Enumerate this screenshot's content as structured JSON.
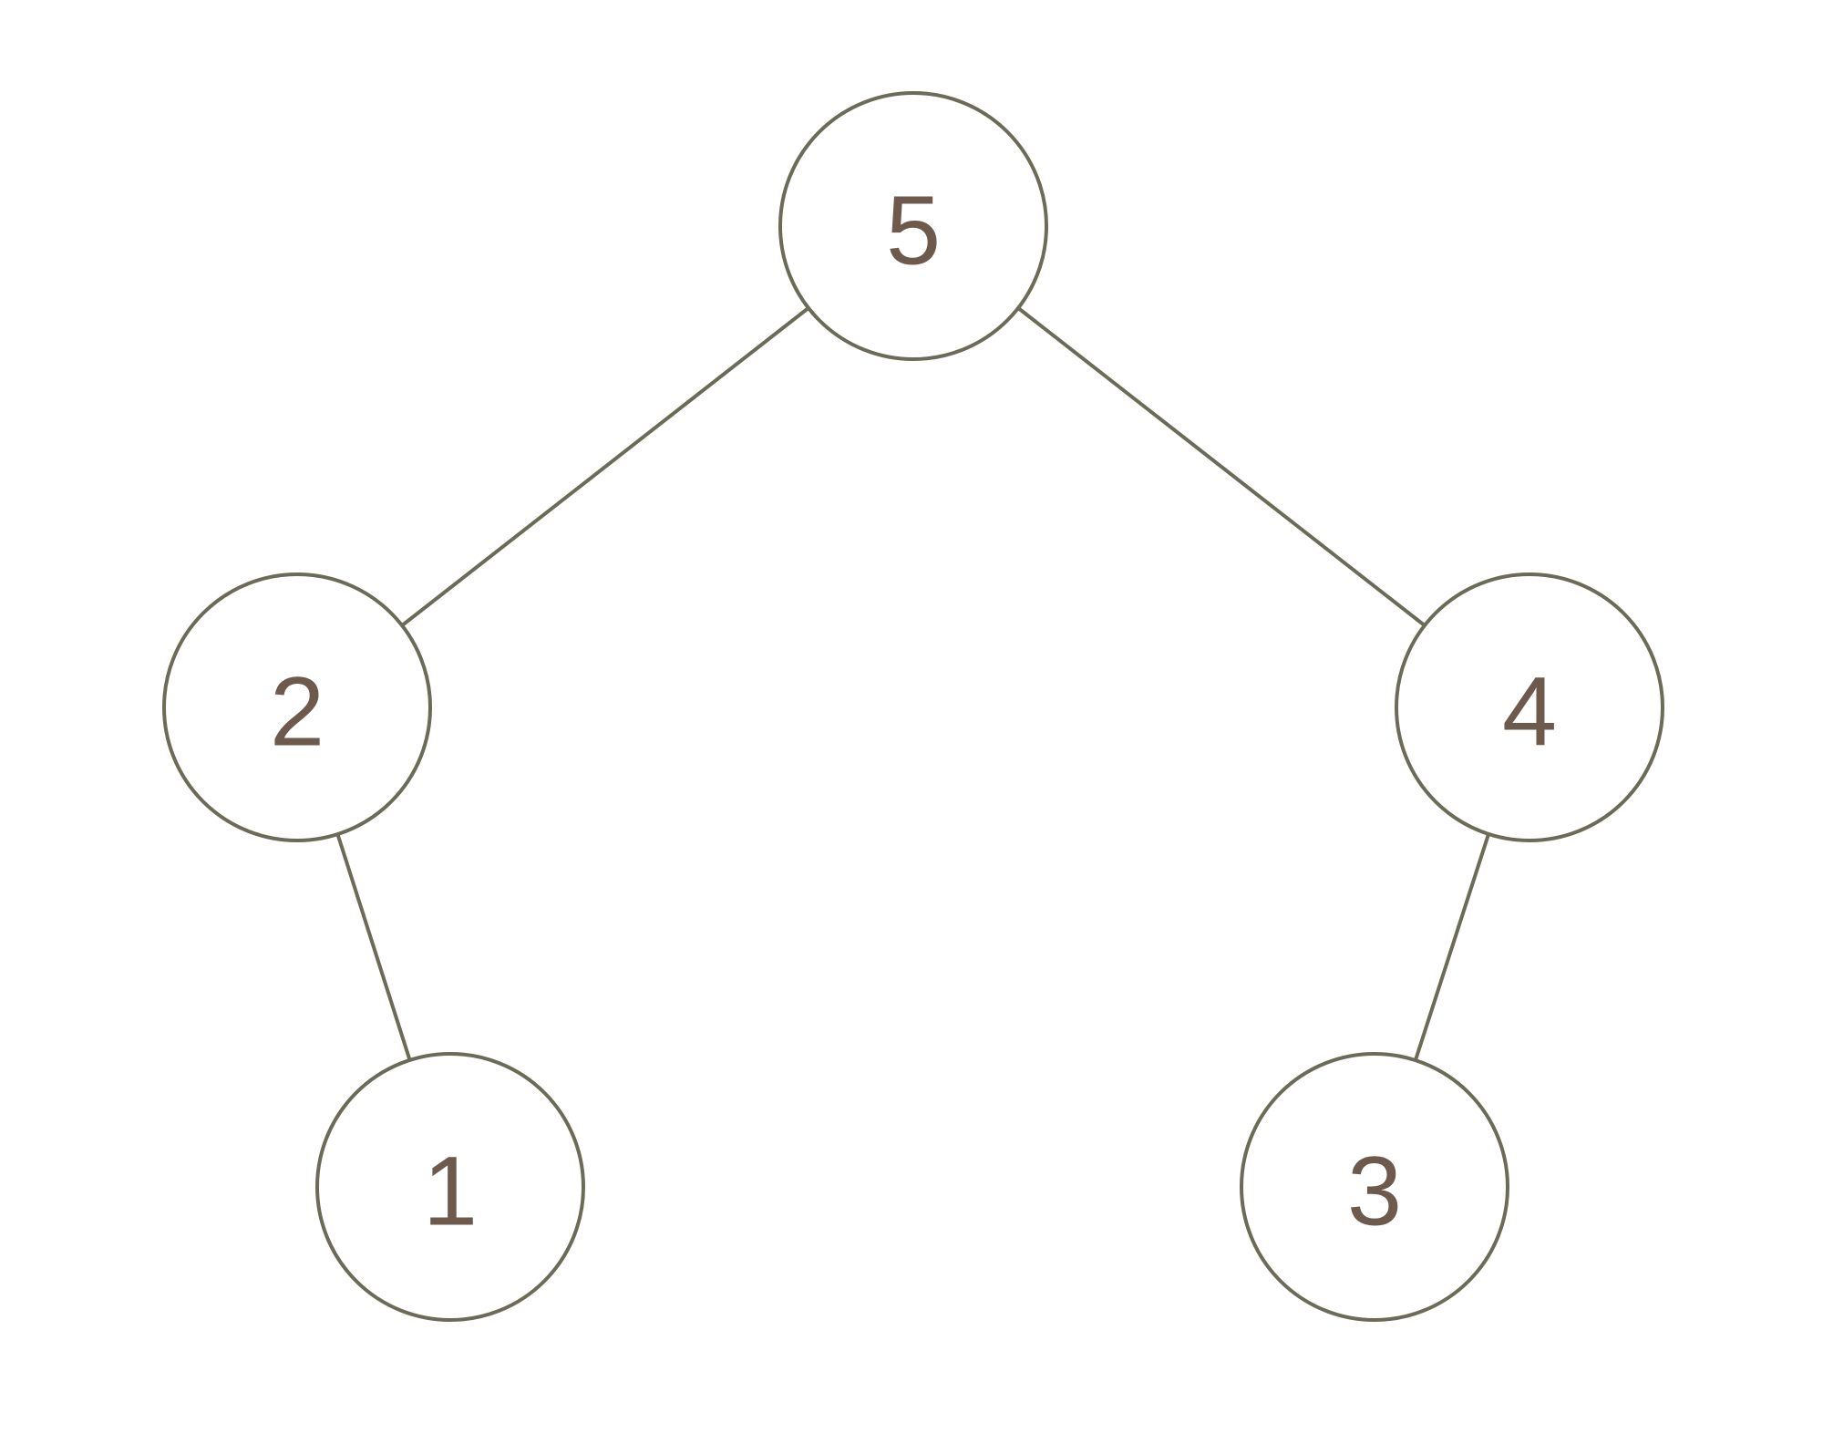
{
  "tree": {
    "colors": {
      "stroke": "#6b6b58",
      "label": "#6d5a4c",
      "background": "#ffffff"
    },
    "nodes": [
      {
        "id": "n5",
        "label": "5"
      },
      {
        "id": "n2",
        "label": "2"
      },
      {
        "id": "n4",
        "label": "4"
      },
      {
        "id": "n1",
        "label": "1"
      },
      {
        "id": "n3",
        "label": "3"
      }
    ],
    "edges": [
      {
        "from": "n5",
        "to": "n2"
      },
      {
        "from": "n5",
        "to": "n4"
      },
      {
        "from": "n2",
        "to": "n1"
      },
      {
        "from": "n4",
        "to": "n3"
      }
    ]
  }
}
